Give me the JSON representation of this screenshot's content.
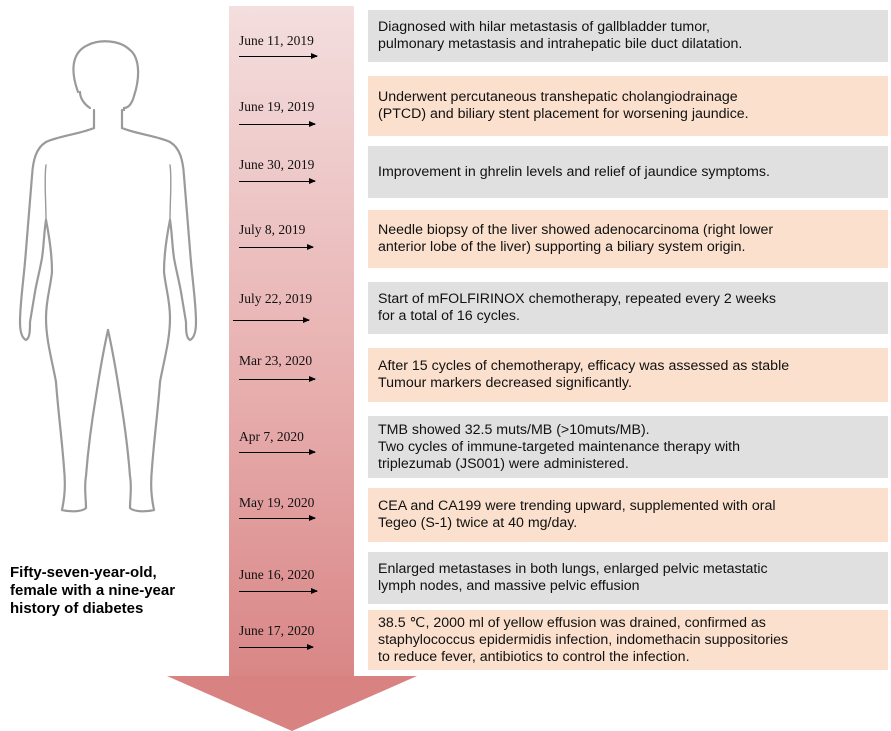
{
  "patient": {
    "caption": "Fifty-seven-year-old,\nfemale with a nine-year\nhistory of diabetes"
  },
  "timeline": [
    {
      "date": "June 11, 2019",
      "text": "Diagnosed with hilar metastasis of gallbladder tumor,\npulmonary metastasis and intrahepatic bile duct dilatation.",
      "color": "#e0e0e0"
    },
    {
      "date": "June 19, 2019",
      "text": "Underwent percutaneous transhepatic cholangiodrainage\n(PTCD) and biliary stent placement for worsening jaundice.",
      "color": "#fae0cd"
    },
    {
      "date": "June 30, 2019",
      "text": "Improvement in ghrelin levels and relief of jaundice symptoms.",
      "color": "#e0e0e0"
    },
    {
      "date": "July 8, 2019",
      "text": "Needle biopsy of the liver showed adenocarcinoma (right lower\nanterior lobe of the liver) supporting a biliary system origin.",
      "color": "#fae0cd"
    },
    {
      "date": "July 22, 2019",
      "text": "Start of mFOLFIRINOX chemotherapy, repeated every 2 weeks\nfor a total of 16 cycles.",
      "color": "#e0e0e0"
    },
    {
      "date": "Mar 23, 2020",
      "text": "After 15 cycles of chemotherapy, efficacy was assessed as stable\nTumour markers decreased significantly.",
      "color": "#fae0cd"
    },
    {
      "date": "Apr 7, 2020",
      "text": "TMB showed 32.5 muts/MB (>10muts/MB).\nTwo cycles of immune-targeted maintenance therapy with\ntriplezumab (JS001) were administered.",
      "color": "#e0e0e0"
    },
    {
      "date": "May 19, 2020",
      "text": "CEA and CA199 were trending upward, supplemented with oral\nTegeo (S-1) twice at 40 mg/day.",
      "color": "#fae0cd"
    },
    {
      "date": "June 16, 2020",
      "text": "Enlarged metastases in both lungs, enlarged pelvic metastatic\nlymph nodes, and massive pelvic effusion",
      "color": "#e0e0e0"
    },
    {
      "date": "June 17, 2020",
      "text": "38.5 ℃, 2000 ml of yellow effusion was drained, confirmed as\nstaphylococcus epidermidis infection, indomethacin suppositories\nto reduce fever, antibiotics to control the infection.",
      "color": "#fae0cd"
    }
  ]
}
